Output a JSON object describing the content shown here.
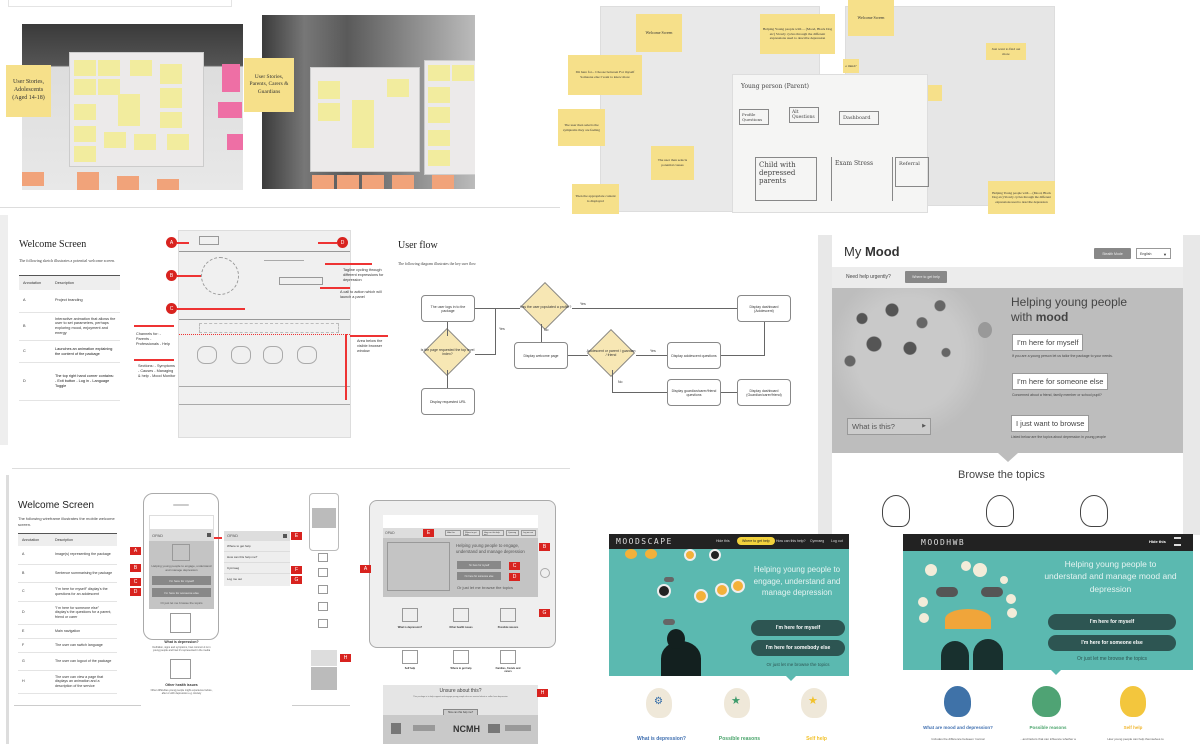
{
  "photos": {
    "adolescents_note": "User Stories, Adolescents (Aged 14-18)",
    "parents_note": "User Stories, Parents, Carers & Guardians"
  },
  "sketch_photos": {
    "notes": [
      "Welcome Screen",
      "Helping Young people with ... (Mood, Black Dog etc) Slowly cycles through the different expressions used to describe depression",
      "I'm here for... Choose between For myself Someone else I want to know more",
      "The user then selects the symptoms they are feeling",
      "The user then selects potential causes",
      "Then the appropriate content is displayed",
      "Welcome Screen",
      "Just want to find out more",
      "Helping Young people with ... (Mood, Black Dog etc) Slowly cycles through the different expressions used to describe depression",
      "e mind?"
    ],
    "handwritten": [
      "Young person (Parent)",
      "Profile Questions",
      "Alt Questions",
      "Dashboard",
      "Child with depressed parents",
      "Exam Stress",
      "Referral"
    ]
  },
  "welcome_sketch": {
    "title": "Welcome Screen",
    "intro": "The following sketch illustrates a potential welcome screen.",
    "headers": [
      "Annotation",
      "Description"
    ],
    "rows": [
      [
        "A",
        "Project branding"
      ],
      [
        "B",
        "Interactive animation that allows the user to set parameters, perhaps exploring mood, enjoyment and energy"
      ],
      [
        "C",
        "Launches an animation explaining the content of the package"
      ],
      [
        "D",
        "The top right hand corner contains: - Exit button - Log in - Language Toggle"
      ]
    ],
    "tags": [
      "A",
      "B",
      "C",
      "D"
    ],
    "annotations": {
      "tagline": "Tagline cycling through different expressions for depression",
      "cta": "A call to action which will launch a panel",
      "channels": "Channels for: - Parents - Professionals - Help",
      "sections": "Sections: - Symptoms - Causes - Managing & help - Mood Monitor",
      "fold": "Area below the visible browser window"
    }
  },
  "user_flow": {
    "title": "User flow",
    "intro": "The following diagram illustrates the key user flow",
    "nodes": {
      "login": "The user logs in to the package",
      "top_level": "Is the page requested the top level index?",
      "requested_url": "Display requested URL",
      "profile": "Has the user populated a profile?",
      "welcome": "Display welcome page",
      "who": "Adolescent or parent / guardian / friend",
      "adol_q": "Display adolescent questions",
      "guard_q": "Display guardian/carer/friend questions",
      "dash_adol": "Display dashboard (Adolescent)",
      "dash_guard": "Display dashboard (Guardian/carer/friend)"
    },
    "labels": {
      "yes1": "Yes",
      "yes2": "Yes",
      "no1": "No",
      "yes3": "Yes",
      "no2": "No"
    }
  },
  "my_mood": {
    "logo_light": "My ",
    "logo_bold": "Mood",
    "stealth": "Stealth Mode",
    "language": "English",
    "urgent": "Need help urgently?",
    "where_help": "Where to get help",
    "headline_1": "Helping young people",
    "headline_2": "with ",
    "headline_bold": "mood",
    "btn_myself": "I'm here for myself",
    "sub_myself": "If you are a young person let us tailor the package to your needs.",
    "btn_someone": "I'm here for someone else",
    "sub_someone": "Concerned about a friend, family member or school pupil?",
    "btn_browse": "I just want to browse",
    "sub_browse": "Listed below are the topics about depression in young people",
    "what_is": "What is this?",
    "browse_title": "Browse the topics"
  },
  "mobile_welcome": {
    "title": "Welcome Screen",
    "intro": "The following wireframe illustrates the mobile welcome screen.",
    "headers": [
      "Annotation",
      "Description"
    ],
    "rows": [
      [
        "A",
        "Image(s) representing the package"
      ],
      [
        "B",
        "Sentence summarising the package"
      ],
      [
        "C",
        "\"I'm here for myself\" display's the questions for an adolescent"
      ],
      [
        "D",
        "\"I'm here for someone else\" display's the questions for a parent, friend or carer"
      ],
      [
        "E",
        "Main navigation"
      ],
      [
        "F",
        "The user can switch language"
      ],
      [
        "G",
        "The user can logout of the package"
      ],
      [
        "H",
        "The user can view a page that displays an animation and a description of the service"
      ]
    ],
    "phone": {
      "brand": "OPAD",
      "tagline": "Helping young people to engage, understand and manage depression",
      "btn_myself": "I'm here for myself",
      "btn_someone": "I'm here for someone else",
      "browse": "Or just let me browse the topics",
      "topic1": "What is depression?",
      "topic1_desc": "Definition, signs and symptoms, how common it is in young people and how it's represented in the media",
      "topic2": "Other health issues",
      "topic2_desc": "Other difficulties young people might experience before, after or with depression e.g. Anxiety"
    },
    "menu": {
      "brand": "OPAD",
      "items": [
        "Where to get help",
        "How can this help me?",
        "Cymraeg",
        "Log me out"
      ]
    },
    "tags": [
      "A",
      "B",
      "C",
      "D",
      "E",
      "F",
      "G",
      "H"
    ]
  },
  "tablet": {
    "brand": "OPAD",
    "nav": [
      "Hide this",
      "Where to get help",
      "How can this help me?",
      "Cymraeg",
      "Log me out"
    ],
    "tagline": "Helping young people to engage, understand and manage depression",
    "btn_myself": "I'm here for myself",
    "btn_someone": "I'm here for someone else",
    "browse": "Or just let me browse the topics",
    "topics": [
      "What is depression?",
      "Other health issues",
      "Possible reasons",
      "Self help",
      "Where to get help",
      "Families, friends and carers"
    ],
    "unsure_title": "Unsure about this?",
    "unsure_text": "This package is to help support and engage young people who are worried about or suffer from depression",
    "unsure_btn": "How can this help me?",
    "footer_logo": "NCMH",
    "tags": [
      "A",
      "B",
      "C",
      "D",
      "E",
      "G",
      "H"
    ]
  },
  "moodscape": {
    "logo": "MOODSCAPE",
    "nav": [
      "Hide this",
      "Where to get help",
      "How can this help?",
      "Cymraeg",
      "Log out"
    ],
    "headline": "Helping young people to engage, understand and manage depression",
    "btn_myself": "I'm here for myself",
    "btn_someone": "I'm here for somebody else",
    "browse": "Or just let me browse the topics",
    "topics": [
      "What is depression?",
      "Possible reasons",
      "Self help"
    ],
    "colors": {
      "teal": "#5bb9b0",
      "dark": "#2d5552",
      "yellow": "#f2d23c"
    }
  },
  "moodhwb": {
    "logo": "MOODHWB",
    "hide": "Hide this",
    "headline": "Helping young people to understand and manage mood and depression",
    "btn_myself": "I'm here for myself",
    "btn_someone": "I'm here for someone else",
    "browse": "Or just let me browse the topics",
    "topics": [
      "What are mood and depression?",
      "Possible reasons",
      "Self help"
    ],
    "topic_desc": [
      "Includes the difference between 'normal",
      "...and factors that can influence whether a",
      "How young people can help themselves to"
    ]
  }
}
